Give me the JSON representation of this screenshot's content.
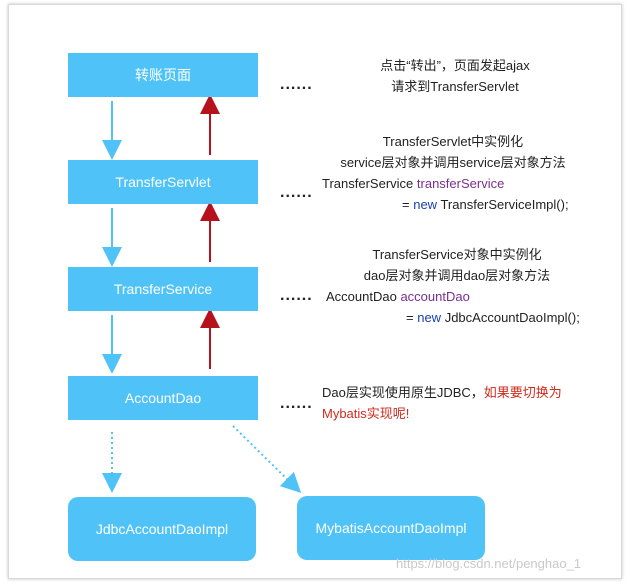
{
  "boxes": {
    "transfer_page": "转账页面",
    "transfer_servlet": "TransferServlet",
    "transfer_service": "TransferService",
    "account_dao": "AccountDao",
    "jdbc_impl": "JdbcAccountDaoImpl",
    "mybatis_impl": "MybatisAccountDaoImpl"
  },
  "dots": "......",
  "notes": {
    "page": {
      "line1": "点击“转出”，页面发起ajax",
      "line2": "请求到TransferServlet"
    },
    "servlet": {
      "line1": "TransferServlet中实例化",
      "line2": "service层对象并调用service层对象方法",
      "line3_type": "TransferService",
      "line3_var": "transferService",
      "line4_eq": "=",
      "line4_new": "new",
      "line4_call": "TransferServiceImpl();"
    },
    "service": {
      "line1": "TransferService对象中实例化",
      "line2": "dao层对象并调用dao层对象方法",
      "line3_type": "AccountDao",
      "line3_var": "accountDao",
      "line4_eq": "=",
      "line4_new": "new",
      "line4_call": "JdbcAccountDaoImpl();"
    },
    "dao": {
      "line1_black": "Dao层实现使用原生JDBC，",
      "line1_red": "如果要切换为",
      "line2_red": "Mybatis实现呢!"
    }
  },
  "watermark": "https://blog.csdn.net/penghao_1",
  "colors": {
    "box": "#4fc3f7",
    "down_arrow": "#4fc3f7",
    "up_arrow": "#b5121b",
    "highlight_var": "#7b2f8f",
    "keyword": "#1a3fb0",
    "warning": "#d12a1c"
  }
}
